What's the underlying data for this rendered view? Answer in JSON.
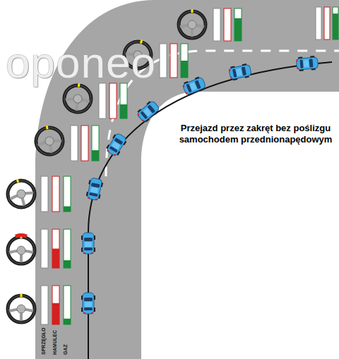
{
  "diagram": {
    "title": "Przejazd przez zakręt bez poślizgu samochodem przednionapędowym",
    "labels": [
      "oponeo",
      "SPRZĘGŁO",
      "HAMULEC",
      "GAZ"
    ]
  }
}
